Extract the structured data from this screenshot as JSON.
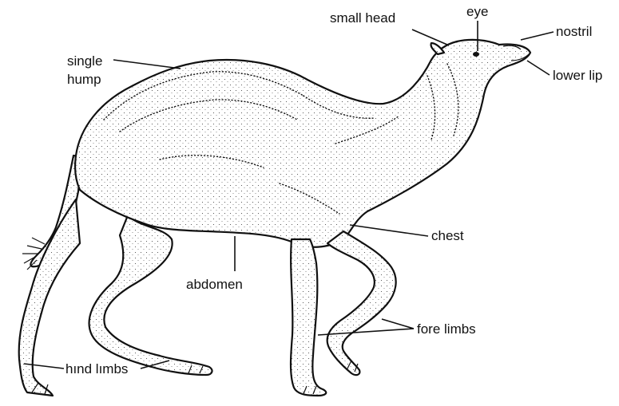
{
  "labels": {
    "small_head": "small head",
    "eye": "eye",
    "nostril": "nostril",
    "lower_lip": "lower lip",
    "single": "single",
    "hump": "hump",
    "chest": "chest",
    "abdomen": "abdomen",
    "fore_limbs": "fore limbs",
    "hind_limbs": "hınd lımbs"
  },
  "colors": {
    "ink": "#111111",
    "paper": "#ffffff"
  }
}
